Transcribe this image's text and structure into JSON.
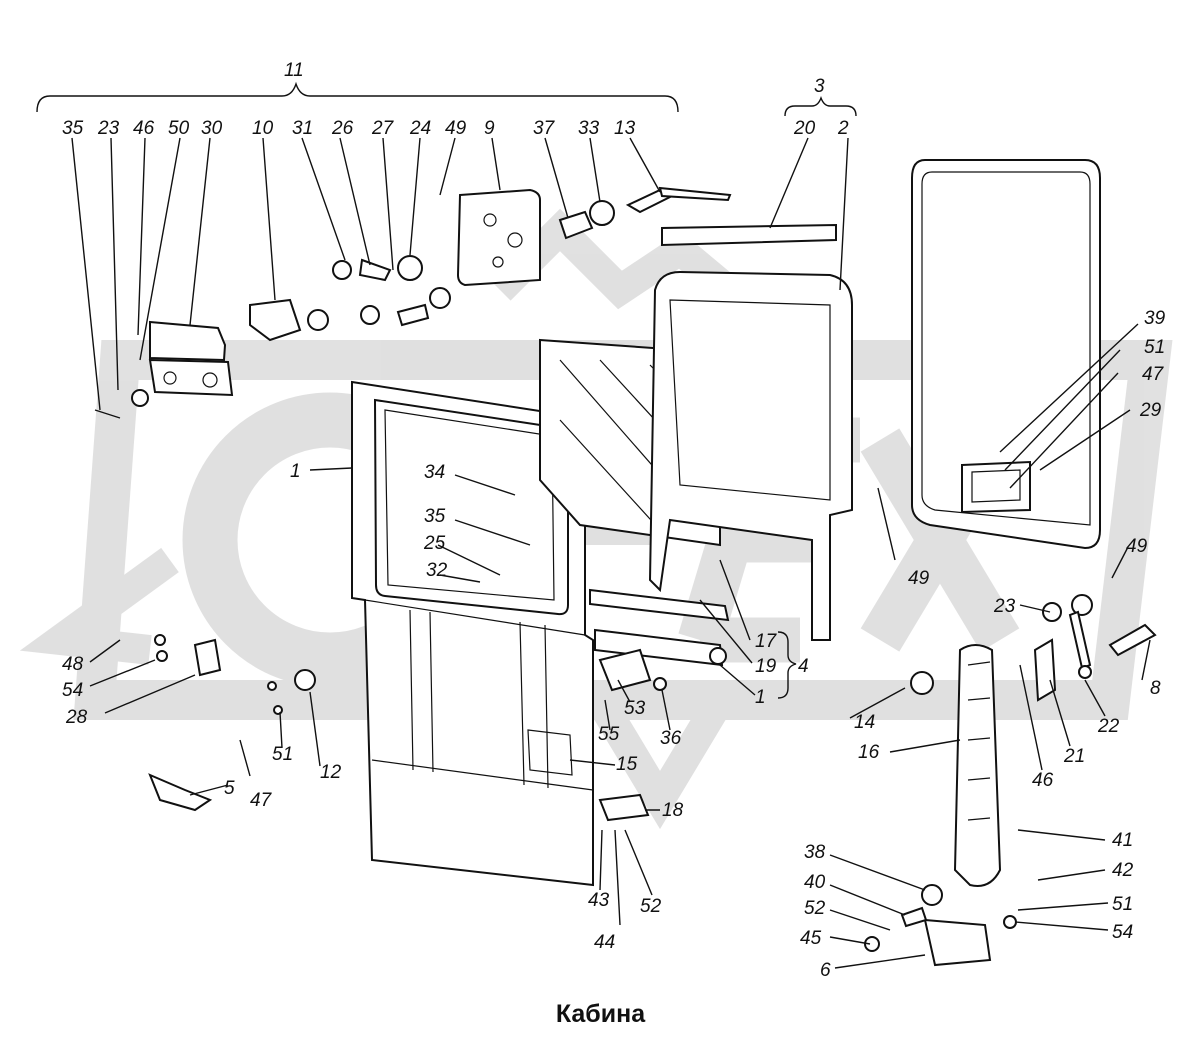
{
  "caption": "Кабина",
  "watermark": "OPEX",
  "group_labels": {
    "g11": "11",
    "g3": "3",
    "g4": "4"
  },
  "callouts": [
    {
      "id": "c35a",
      "text": "35"
    },
    {
      "id": "c23a",
      "text": "23"
    },
    {
      "id": "c46a",
      "text": "46"
    },
    {
      "id": "c50",
      "text": "50"
    },
    {
      "id": "c30",
      "text": "30"
    },
    {
      "id": "c10",
      "text": "10"
    },
    {
      "id": "c31",
      "text": "31"
    },
    {
      "id": "c26",
      "text": "26"
    },
    {
      "id": "c27",
      "text": "27"
    },
    {
      "id": "c24",
      "text": "24"
    },
    {
      "id": "c49a",
      "text": "49"
    },
    {
      "id": "c9",
      "text": "9"
    },
    {
      "id": "c37",
      "text": "37"
    },
    {
      "id": "c33",
      "text": "33"
    },
    {
      "id": "c13",
      "text": "13"
    },
    {
      "id": "c20",
      "text": "20"
    },
    {
      "id": "c2",
      "text": "2"
    },
    {
      "id": "c39",
      "text": "39"
    },
    {
      "id": "c51a",
      "text": "51"
    },
    {
      "id": "c47a",
      "text": "47"
    },
    {
      "id": "c29",
      "text": "29"
    },
    {
      "id": "c49b",
      "text": "49"
    },
    {
      "id": "c1a",
      "text": "1"
    },
    {
      "id": "c34",
      "text": "34"
    },
    {
      "id": "c35b",
      "text": "35"
    },
    {
      "id": "c25",
      "text": "25"
    },
    {
      "id": "c32",
      "text": "32"
    },
    {
      "id": "c17",
      "text": "17"
    },
    {
      "id": "c19",
      "text": "19"
    },
    {
      "id": "c1b",
      "text": "1"
    },
    {
      "id": "c49c",
      "text": "49"
    },
    {
      "id": "c23b",
      "text": "23"
    },
    {
      "id": "c8",
      "text": "8"
    },
    {
      "id": "c22",
      "text": "22"
    },
    {
      "id": "c21",
      "text": "21"
    },
    {
      "id": "c46b",
      "text": "46"
    },
    {
      "id": "c48",
      "text": "48"
    },
    {
      "id": "c54a",
      "text": "54"
    },
    {
      "id": "c28",
      "text": "28"
    },
    {
      "id": "c51b",
      "text": "51"
    },
    {
      "id": "c12",
      "text": "12"
    },
    {
      "id": "c47b",
      "text": "47"
    },
    {
      "id": "c5",
      "text": "5"
    },
    {
      "id": "c53",
      "text": "53"
    },
    {
      "id": "c55",
      "text": "55"
    },
    {
      "id": "c36",
      "text": "36"
    },
    {
      "id": "c15",
      "text": "15"
    },
    {
      "id": "c14",
      "text": "14"
    },
    {
      "id": "c16",
      "text": "16"
    },
    {
      "id": "c18",
      "text": "18"
    },
    {
      "id": "c43",
      "text": "43"
    },
    {
      "id": "c52a",
      "text": "52"
    },
    {
      "id": "c44",
      "text": "44"
    },
    {
      "id": "c41",
      "text": "41"
    },
    {
      "id": "c38",
      "text": "38"
    },
    {
      "id": "c42",
      "text": "42"
    },
    {
      "id": "c40",
      "text": "40"
    },
    {
      "id": "c51c",
      "text": "51"
    },
    {
      "id": "c52b",
      "text": "52"
    },
    {
      "id": "c54b",
      "text": "54"
    },
    {
      "id": "c45",
      "text": "45"
    },
    {
      "id": "c6",
      "text": "6"
    }
  ]
}
